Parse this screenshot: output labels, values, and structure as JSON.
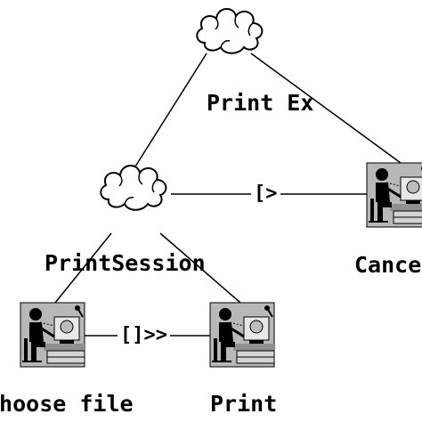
{
  "nodes": {
    "root": {
      "label": "Print Ex",
      "icon": "cloud-icon"
    },
    "session": {
      "label": "PrintSession",
      "icon": "cloud-icon"
    },
    "cancel": {
      "label": "Cancel",
      "icon": "user-at-computer-icon"
    },
    "choose_file": {
      "label": "Choose file",
      "icon": "user-at-computer-icon"
    },
    "print": {
      "label": "Print",
      "icon": "user-at-computer-icon"
    }
  },
  "operators": {
    "session_cancel": "[>",
    "choose_print": "[]>>"
  },
  "colors": {
    "ink": "#000000",
    "cloud_fill": "#ffffff",
    "icon_bg": "#b8b8b8",
    "icon_monitor": "#e8e8e8",
    "icon_desk": "#909090"
  }
}
